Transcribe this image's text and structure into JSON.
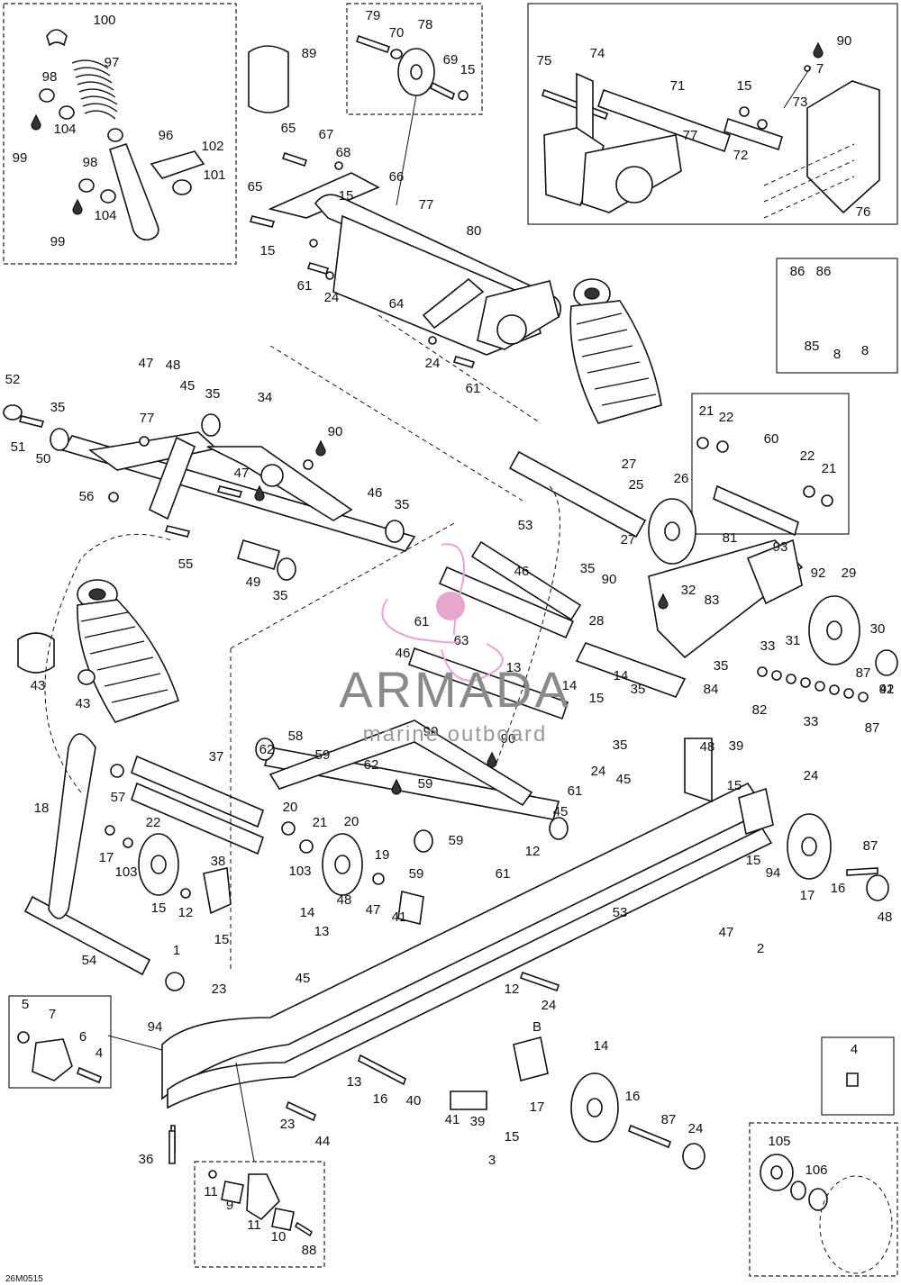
{
  "diagram": {
    "drawing_code": "26M0515",
    "callouts": [
      "100",
      "97",
      "98",
      "104",
      "96",
      "102",
      "101",
      "98",
      "104",
      "99",
      "99",
      "89",
      "79",
      "70",
      "78",
      "69",
      "15",
      "74",
      "71",
      "75",
      "15",
      "73",
      "90",
      "7",
      "72",
      "77",
      "76",
      "65",
      "67",
      "68",
      "66",
      "15",
      "65",
      "15",
      "77",
      "80",
      "61",
      "24",
      "64",
      "24",
      "61",
      "86",
      "86",
      "85",
      "8",
      "8",
      "52",
      "51",
      "50",
      "35",
      "47",
      "48",
      "45",
      "35",
      "77",
      "34",
      "90",
      "47",
      "56",
      "46",
      "35",
      "55",
      "49",
      "35",
      "21",
      "22",
      "60",
      "22",
      "21",
      "27",
      "25",
      "26",
      "27",
      "81",
      "93",
      "92",
      "29",
      "30",
      "87",
      "91",
      "53",
      "46",
      "35",
      "90",
      "32",
      "83",
      "28",
      "31",
      "33",
      "35",
      "61",
      "46",
      "63",
      "13",
      "14",
      "15",
      "14",
      "35",
      "84",
      "82",
      "33",
      "87",
      "42",
      "43",
      "43",
      "57",
      "18",
      "37",
      "38",
      "22",
      "20",
      "21",
      "103",
      "20",
      "19",
      "59",
      "62",
      "58",
      "59",
      "62",
      "90",
      "90",
      "59",
      "59",
      "45",
      "35",
      "24",
      "61",
      "45",
      "48",
      "39",
      "24",
      "15",
      "17",
      "103",
      "15",
      "12",
      "15",
      "14",
      "13",
      "45",
      "48",
      "47",
      "41",
      "61",
      "12",
      "15",
      "94",
      "17",
      "16",
      "87",
      "48",
      "47",
      "2",
      "53",
      "54",
      "1",
      "23",
      "24",
      "12",
      "B",
      "5",
      "7",
      "6",
      "4",
      "94",
      "14",
      "13",
      "16",
      "40",
      "41",
      "39",
      "15",
      "17",
      "16",
      "87",
      "24",
      "23",
      "44",
      "3",
      "36",
      "4",
      "11",
      "9",
      "11",
      "10",
      "88",
      "105",
      "106"
    ]
  },
  "watermark": {
    "brand": "ARMADA",
    "tagline": "marine outboard",
    "color": "#e8a6cc"
  }
}
